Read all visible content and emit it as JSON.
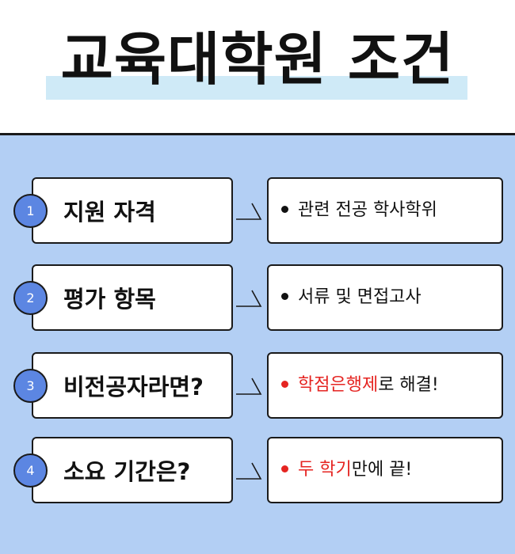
{
  "title": "교육대학원 조건",
  "colors": {
    "panel_bg": "#b3cff4",
    "circle": "#5c86e2",
    "highlight_red": "#e52421",
    "title_underline": "#cfeaf7"
  },
  "rows": [
    {
      "number": "1",
      "label": "지원 자격",
      "value_black": "관련 전공 학사학위",
      "value_red": "",
      "value_after": ""
    },
    {
      "number": "2",
      "label": "평가 항목",
      "value_black": "서류 및 면접고사",
      "value_red": "",
      "value_after": ""
    },
    {
      "number": "3",
      "label": "비전공자라면?",
      "value_black": "",
      "value_red": "학점은행제",
      "value_after": "로 해결!"
    },
    {
      "number": "4",
      "label": "소요 기간은?",
      "value_black": "",
      "value_red": "두 학기",
      "value_after": "만에 끝!"
    }
  ]
}
